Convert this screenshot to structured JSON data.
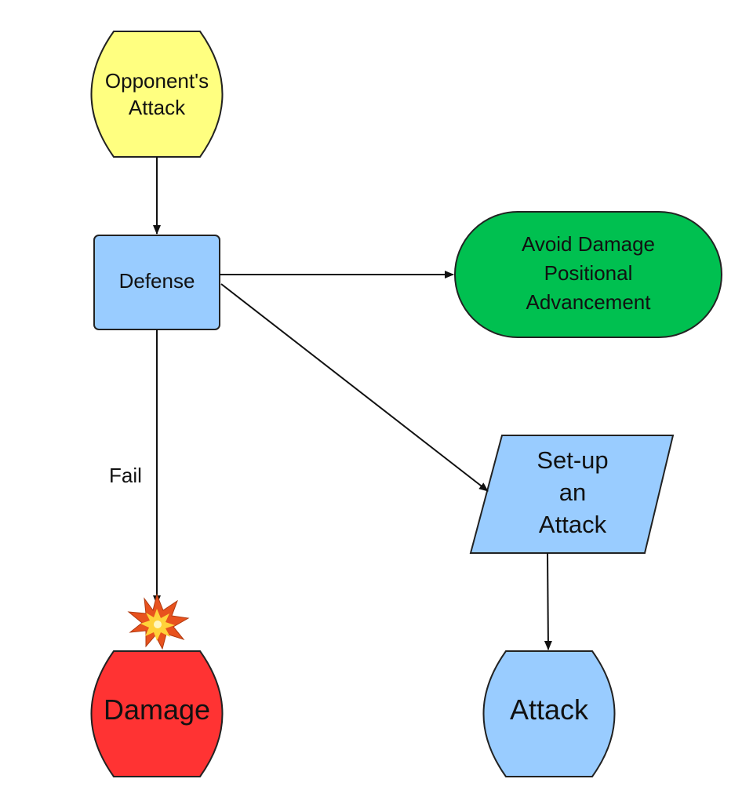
{
  "nodes": {
    "opponents_attack": {
      "label": "Opponent's\nAttack",
      "fill": "#FFFF80"
    },
    "defense": {
      "label": "Defense",
      "fill": "#99CCFF"
    },
    "avoid_damage": {
      "label": "Avoid Damage\nPositional\nAdvancement",
      "fill": "#00C050"
    },
    "setup_attack": {
      "label": "Set-up\nan\nAttack",
      "fill": "#99CCFF"
    },
    "damage": {
      "label": "Damage",
      "fill": "#FF3333"
    },
    "attack": {
      "label": "Attack",
      "fill": "#99CCFF"
    }
  },
  "edges": {
    "fail_label": "Fail"
  },
  "icons": {
    "impact": "explosion-icon"
  },
  "colors": {
    "stroke": "#222222",
    "explosion_outer": "#E8521E",
    "explosion_inner": "#FFD23A"
  }
}
